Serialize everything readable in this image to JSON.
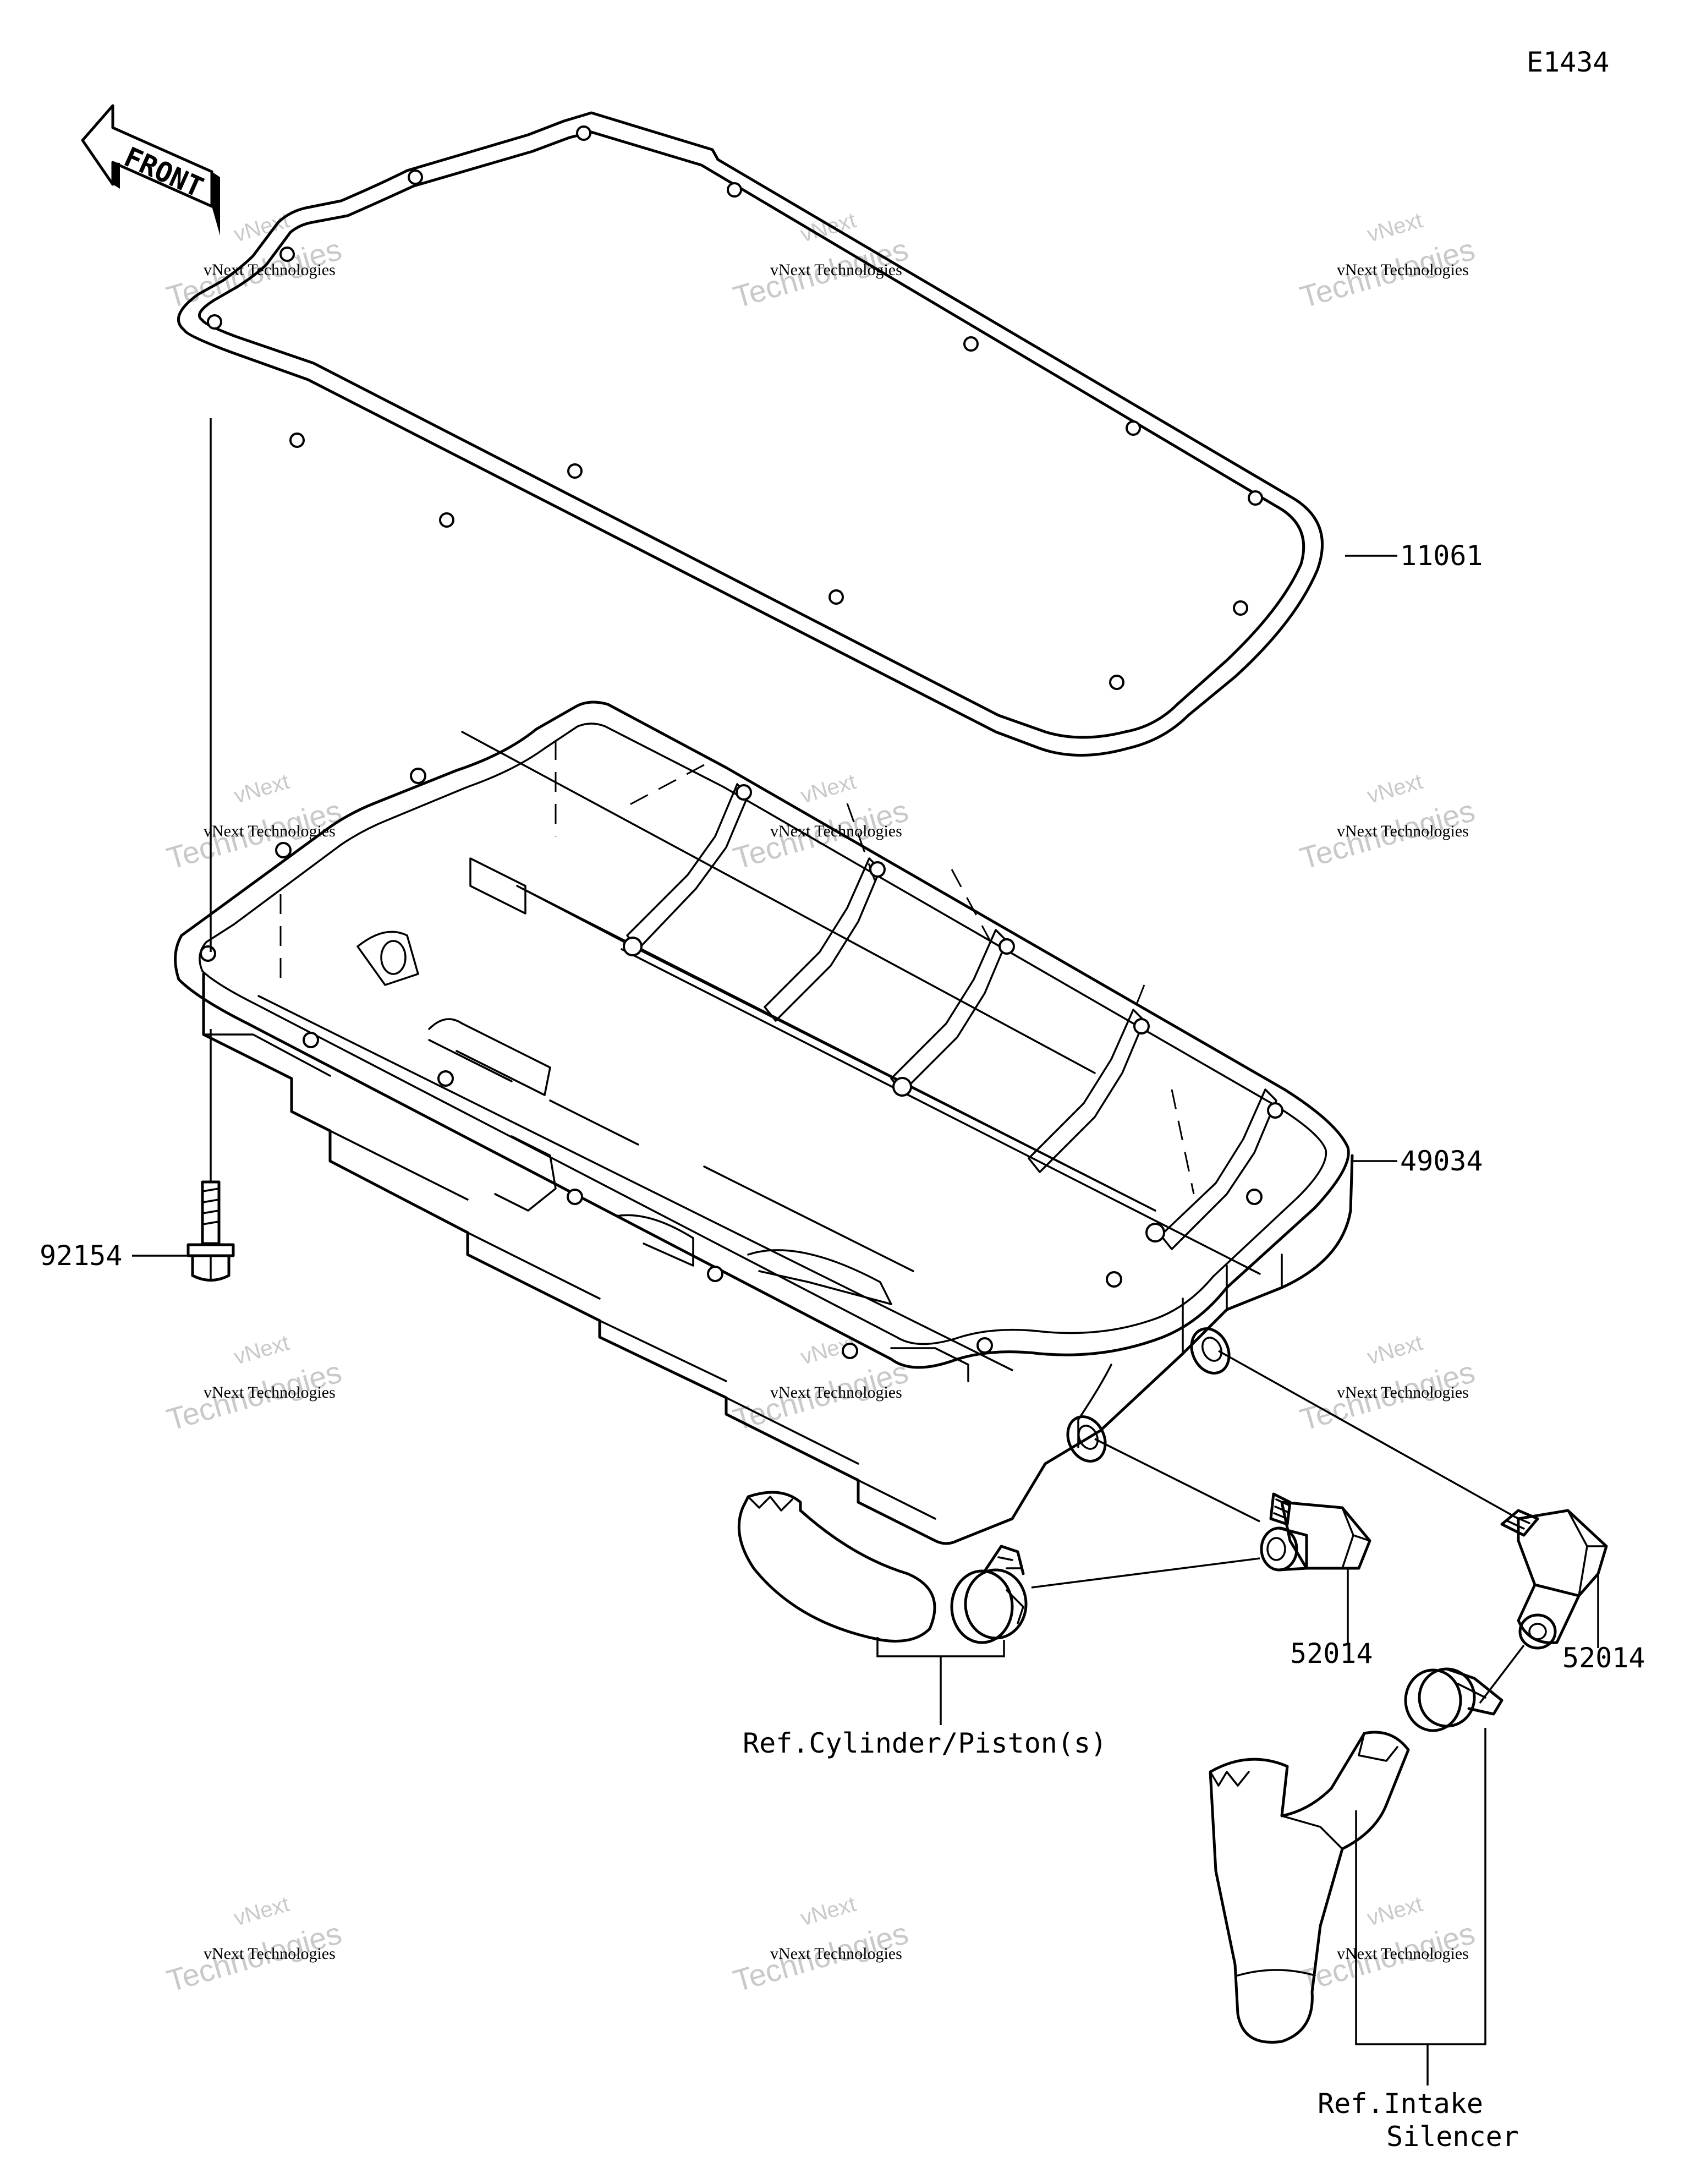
{
  "diagram_code": "E1434",
  "front_label": "FRONT",
  "watermark": {
    "line1": "vNext Technologies",
    "line2": "Technologies",
    "line3": "vNext"
  },
  "parts": {
    "gasket": "11061",
    "oil_pan": "49034",
    "bolt": "92154",
    "fitting_left": "52014",
    "fitting_right": "52014"
  },
  "references": {
    "cylinder": "Ref.Cylinder/Piston(s)",
    "intake_line1": "Ref.Intake",
    "intake_line2": "Silencer"
  }
}
